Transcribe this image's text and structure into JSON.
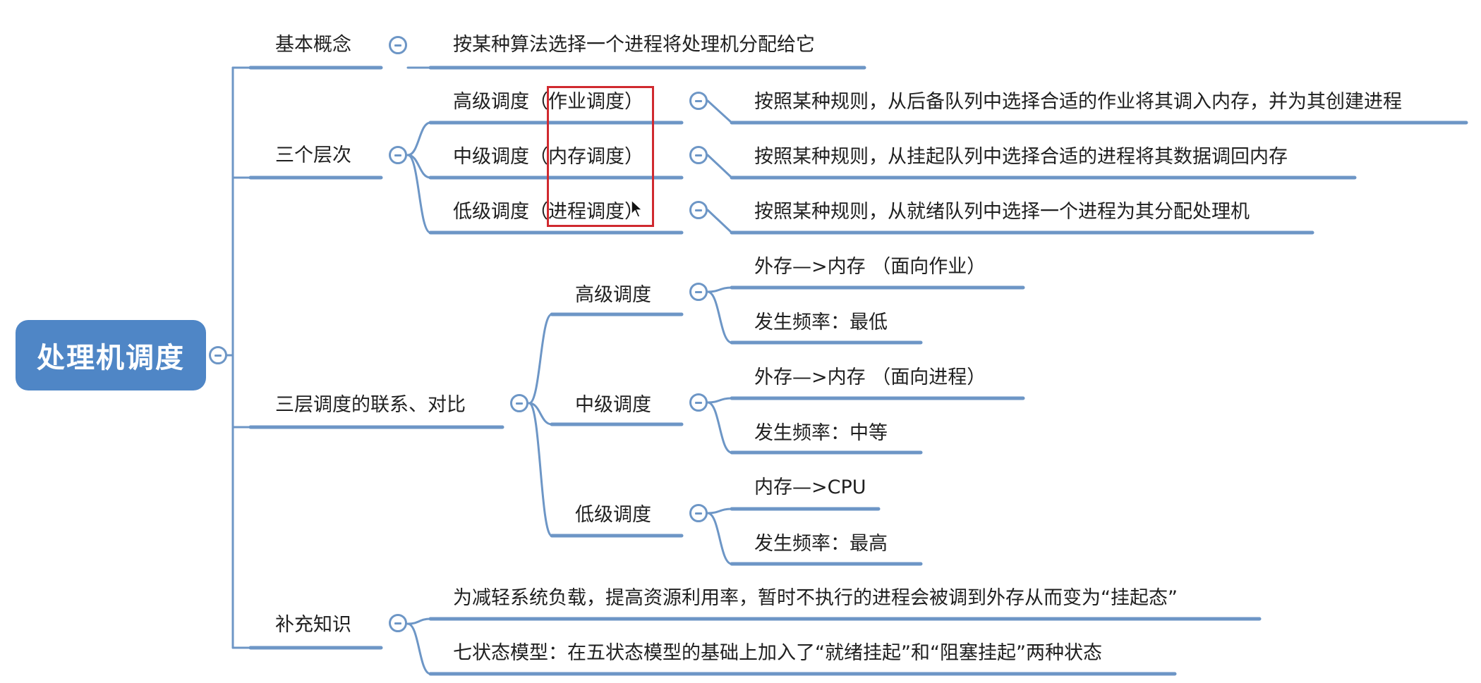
{
  "root": {
    "label": "处理机调度"
  },
  "branches": {
    "basic": {
      "label": "基本概念",
      "content": "按某种算法选择一个进程将处理机分配给它"
    },
    "levels": {
      "label": "三个层次",
      "items": [
        {
          "name": "高级调度（作业调度）",
          "desc": "按照某种规则，从后备队列中选择合适的作业将其调入内存，并为其创建进程"
        },
        {
          "name": "中级调度（内存调度）",
          "desc": "按照某种规则，从挂起队列中选择合适的进程将其数据调回内存"
        },
        {
          "name": "低级调度（进程调度）",
          "desc": "按照某种规则，从就绪队列中选择一个进程为其分配处理机"
        }
      ]
    },
    "compare": {
      "label": "三层调度的联系、对比",
      "items": [
        {
          "name": "高级调度",
          "flow": "外存—>内存 （面向作业）",
          "freq": "发生频率：最低"
        },
        {
          "name": "中级调度",
          "flow": "外存—>内存 （面向进程）",
          "freq": "发生频率：中等"
        },
        {
          "name": "低级调度",
          "flow": "内存—>CPU",
          "freq": "发生频率：最高"
        }
      ]
    },
    "extra": {
      "label": "补充知识",
      "items": [
        "为减轻系统负载，提高资源利用率，暂时不执行的进程会被调到外存从而变为“挂起态”",
        "七状态模型：在五状态模型的基础上加入了“就绪挂起”和“阻塞挂起”两种状态"
      ]
    }
  },
  "colors": {
    "root_fill": "#4f86c6",
    "line": "#6d96c6",
    "highlight": "#d0292f",
    "text": "#1f1f1f"
  }
}
